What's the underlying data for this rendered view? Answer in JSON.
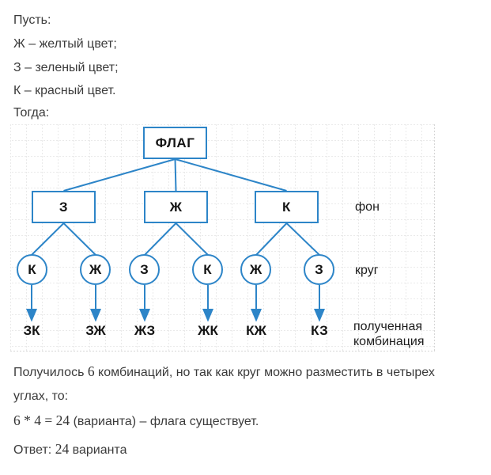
{
  "intro": {
    "lines": [
      "Пусть:",
      "Ж – желтый цвет;",
      "З – зеленый цвет;",
      "К – красный цвет.",
      "Тогда:"
    ]
  },
  "diagram": {
    "root": {
      "label": "ФЛАГ"
    },
    "level1": [
      {
        "label": "З"
      },
      {
        "label": "Ж"
      },
      {
        "label": "К"
      }
    ],
    "level2": [
      {
        "label": "К"
      },
      {
        "label": "Ж"
      },
      {
        "label": "З"
      },
      {
        "label": "К"
      },
      {
        "label": "Ж"
      },
      {
        "label": "З"
      }
    ],
    "leaves": [
      "ЗК",
      "ЗЖ",
      "ЖЗ",
      "ЖК",
      "КЖ",
      "КЗ"
    ],
    "row_labels": {
      "level1": "фон",
      "level2": "круг",
      "leaves_line1": "полученная",
      "leaves_line2": "комбинация"
    },
    "colors": {
      "line_blue": "#2d85c8",
      "grid_gray": "#d6d6d6",
      "label_black": "#151515"
    }
  },
  "conclusion": {
    "l1a": "Получилось ",
    "l1num": "6",
    "l1b": " комбинаций, но так как круг можно разместить в четырех",
    "l2": "углах, то:",
    "formula": "6 * 4 = 24",
    "formula_rest": " (варианта) – флага существует.",
    "answer_label": "Ответ: ",
    "answer_num": "24",
    "answer_rest": " варианта"
  }
}
